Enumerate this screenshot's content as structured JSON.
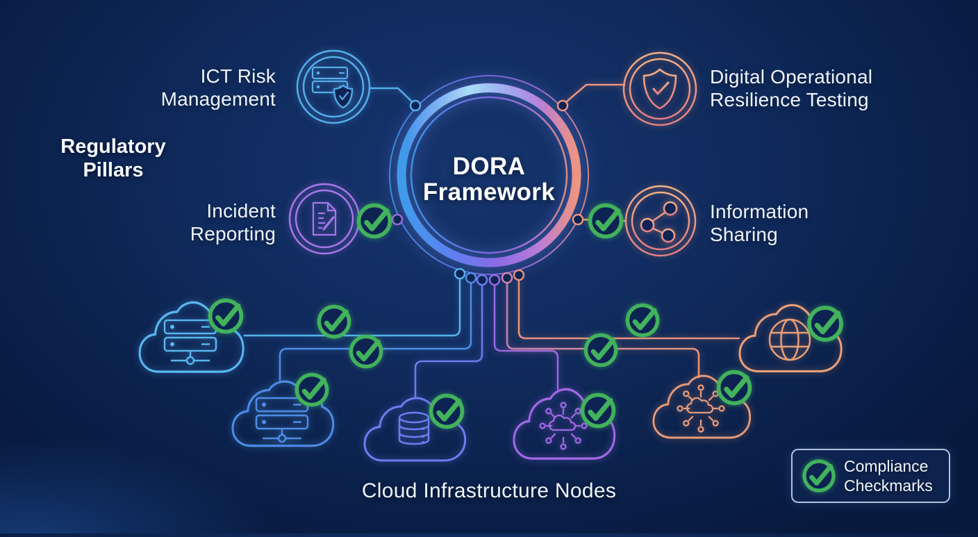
{
  "center": {
    "line1": "DORA",
    "line2": "Framework"
  },
  "section_label": {
    "line1": "Regulatory",
    "line2": "Pillars"
  },
  "pillars": {
    "ict_risk": {
      "line1": "ICT Risk",
      "line2": "Management",
      "icon": "server-shield-icon",
      "color": "#55aeea",
      "checked": false
    },
    "incident": {
      "line1": "Incident",
      "line2": "Reporting",
      "icon": "document-pencil-icon",
      "color": "#9a68e0",
      "checked": true
    },
    "resilience": {
      "line1": "Digital Operational",
      "line2": "Resilience Testing",
      "icon": "shield-check-icon",
      "color": "#ef9d80",
      "checked": false
    },
    "info_sharing": {
      "line1": "Information",
      "line2": "Sharing",
      "icon": "share-network-icon",
      "color": "#e8a070",
      "checked": true
    }
  },
  "clouds": [
    {
      "name": "server-cloud-upper-left",
      "icon": "server-rack-icon",
      "color": "#58b6ee",
      "checked": true
    },
    {
      "name": "server-cloud-lower-left",
      "icon": "server-rack-icon",
      "color": "#4f8ce8",
      "checked": true
    },
    {
      "name": "database-cloud",
      "icon": "database-icon",
      "color": "#6b7df0",
      "checked": true
    },
    {
      "name": "network-cloud-purple",
      "icon": "network-hub-icon",
      "color": "#a168e8",
      "checked": true
    },
    {
      "name": "network-cloud-orange",
      "icon": "network-hub-icon",
      "color": "#e89a78",
      "checked": true
    },
    {
      "name": "globe-cloud",
      "icon": "globe-icon",
      "color": "#e8a078",
      "checked": true
    }
  ],
  "bottom_label": "Cloud Infrastructure Nodes",
  "legend": {
    "line1": "Compliance",
    "line2": "Checkmarks",
    "icon": "check-circle-icon"
  },
  "colors": {
    "background": "#0e2557",
    "check_green": "#42b25c",
    "ring_blue": "#4da0ee",
    "ring_purple": "#8e6ae4",
    "ring_salmon": "#ef9480",
    "text": "#eef3fa"
  }
}
